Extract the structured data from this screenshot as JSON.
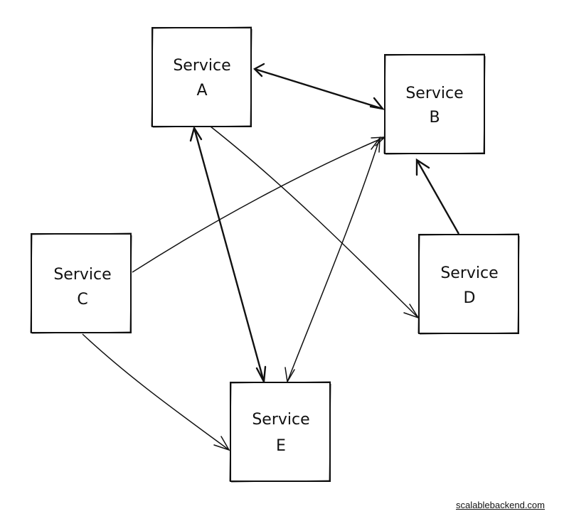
{
  "nodes": {
    "service-a": {
      "line1": "Service",
      "line2": "A"
    },
    "service-b": {
      "line1": "Service",
      "line2": "B"
    },
    "service-c": {
      "line1": "Service",
      "line2": "C"
    },
    "service-d": {
      "line1": "Service",
      "line2": "D"
    },
    "service-e": {
      "line1": "Service",
      "line2": "E"
    }
  },
  "edges": [
    {
      "from": "Service A",
      "to": "Service B",
      "direction": "both"
    },
    {
      "from": "Service A",
      "to": "Service D",
      "direction": "forward"
    },
    {
      "from": "Service A",
      "to": "Service E",
      "direction": "both"
    },
    {
      "from": "Service C",
      "to": "Service B",
      "direction": "forward"
    },
    {
      "from": "Service C",
      "to": "Service E",
      "direction": "forward"
    },
    {
      "from": "Service B",
      "to": "Service E",
      "direction": "both"
    },
    {
      "from": "Service D",
      "to": "Service B",
      "direction": "forward"
    }
  ],
  "footer": {
    "link": "scalablebackend.com"
  }
}
